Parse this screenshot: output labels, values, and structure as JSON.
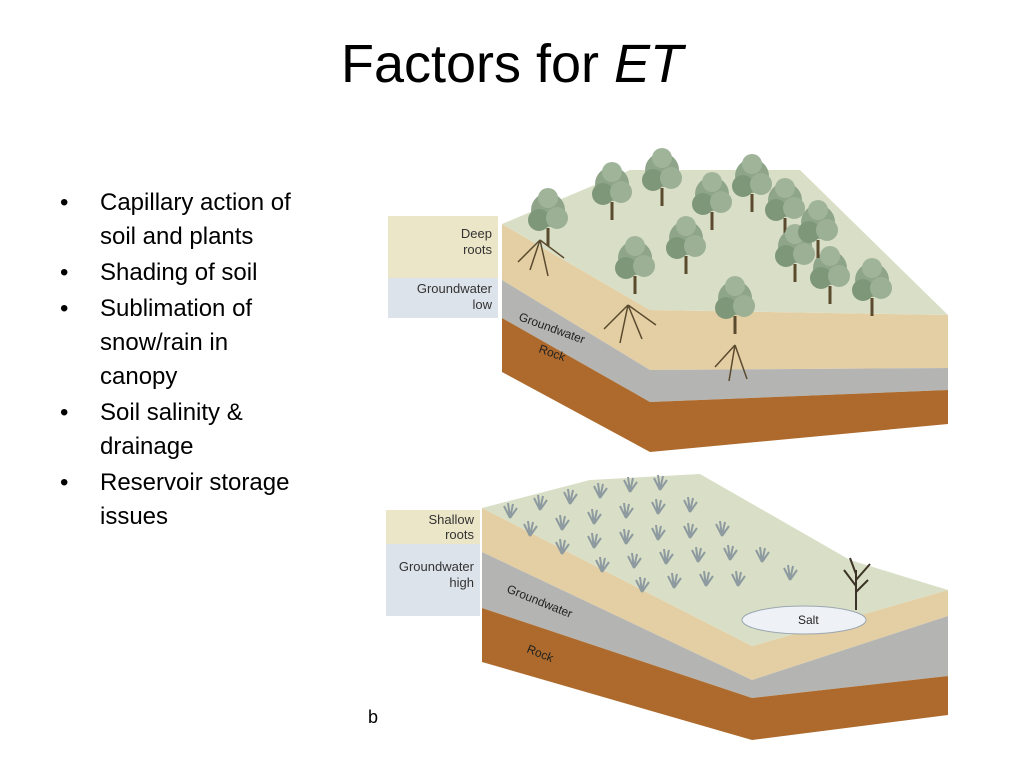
{
  "slide": {
    "title_main": "Factors for ",
    "title_em": "ET",
    "fragment": "b"
  },
  "bullets": [
    "Capillary action of soil and plants",
    "Shading of soil",
    "Sublimation of snow/rain in canopy",
    "Soil salinity & drainage",
    "Reservoir storage issues"
  ],
  "diagram_top": {
    "legend_roots": [
      "Deep",
      "roots"
    ],
    "legend_gw": [
      "Groundwater",
      "low"
    ],
    "layer_groundwater": "Groundwater",
    "layer_rock": "Rock"
  },
  "diagram_bottom": {
    "legend_roots": [
      "Shallow",
      "roots"
    ],
    "legend_gw": [
      "Groundwater",
      "high"
    ],
    "layer_groundwater": "Groundwater",
    "layer_rock": "Rock",
    "salt_label": "Salt"
  },
  "colors": {
    "surface": "#d9dfc6",
    "soil": "#e4cfa4",
    "groundwater": "#b4b5b3",
    "rock": "#ad6a2c",
    "tree": "#8fa58a",
    "legend_soil": "#ece6c8",
    "legend_gw": "#dde3ea"
  }
}
